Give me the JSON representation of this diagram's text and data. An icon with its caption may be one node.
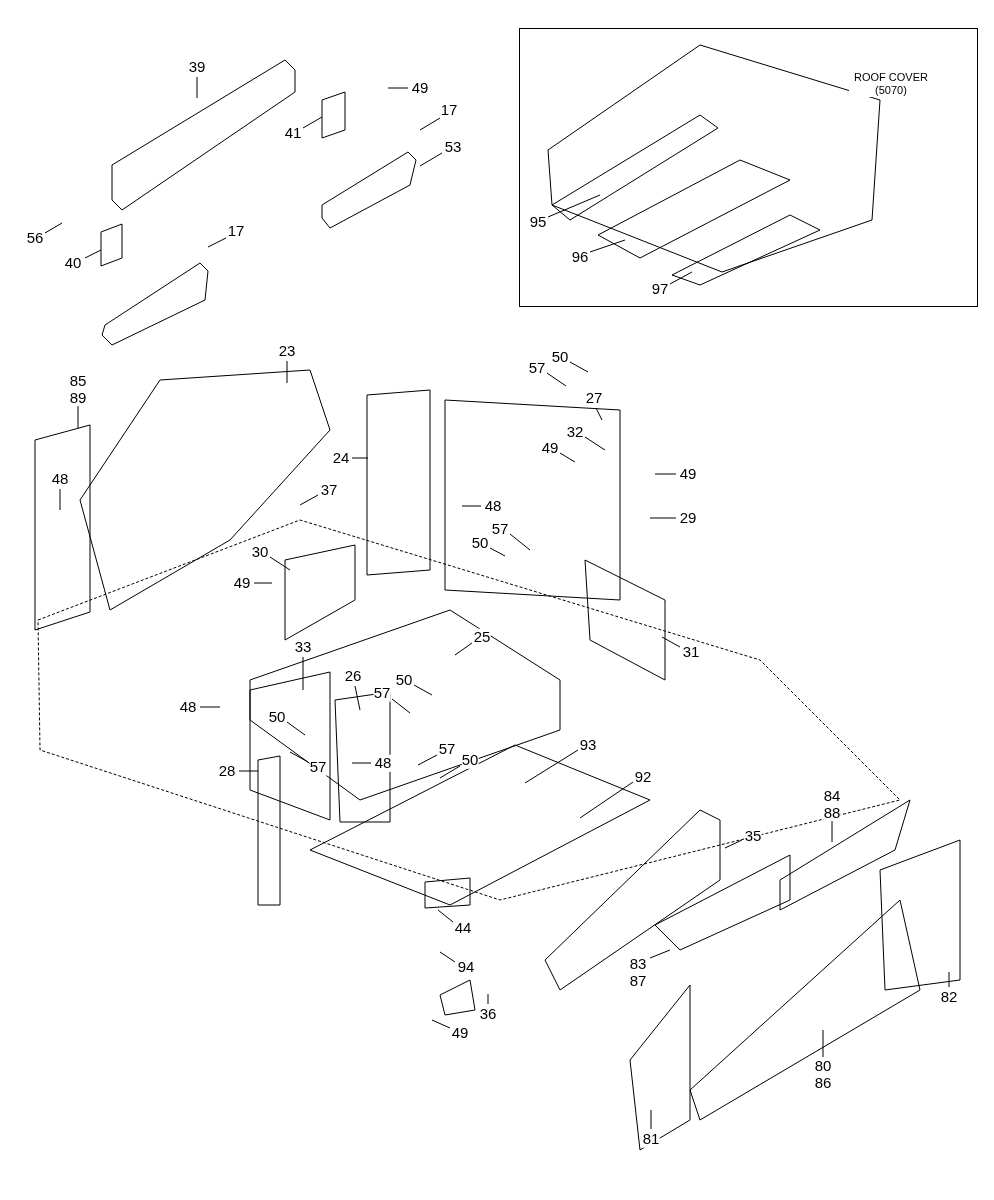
{
  "diagram": {
    "nodes": [
      {
        "text": [
          "ROOF COVER (5070)"
        ]
      },
      {
        "text": [
          "39"
        ]
      },
      {
        "text": [
          "49"
        ]
      },
      {
        "text": [
          "41"
        ]
      },
      {
        "text": [
          "17"
        ]
      },
      {
        "text": [
          "53"
        ]
      },
      {
        "text": [
          "56"
        ]
      },
      {
        "text": [
          "40"
        ]
      },
      {
        "text": [
          "17"
        ]
      },
      {
        "text": [
          "95"
        ],
        "in": 0
      },
      {
        "text": [
          "96"
        ],
        "in": 0
      },
      {
        "text": [
          "97"
        ],
        "in": 0
      },
      {
        "text": [
          "23"
        ]
      },
      {
        "text": [
          "85",
          "89"
        ]
      },
      {
        "text": [
          "50"
        ]
      },
      {
        "text": [
          "57"
        ]
      },
      {
        "text": [
          "27"
        ]
      },
      {
        "text": [
          "24"
        ]
      },
      {
        "text": [
          "32"
        ]
      },
      {
        "text": [
          "49"
        ]
      },
      {
        "text": [
          "49"
        ]
      },
      {
        "text": [
          "48"
        ]
      },
      {
        "text": [
          "37"
        ]
      },
      {
        "text": [
          "48"
        ]
      },
      {
        "text": [
          "29"
        ]
      },
      {
        "text": [
          "57"
        ]
      },
      {
        "text": [
          "50"
        ]
      },
      {
        "text": [
          "30"
        ]
      },
      {
        "text": [
          "49"
        ]
      },
      {
        "text": [
          "25"
        ]
      },
      {
        "text": [
          "33"
        ]
      },
      {
        "text": [
          "31"
        ]
      },
      {
        "text": [
          "26"
        ]
      },
      {
        "text": [
          "50"
        ]
      },
      {
        "text": [
          "57"
        ]
      },
      {
        "text": [
          "48"
        ]
      },
      {
        "text": [
          "50"
        ]
      },
      {
        "text": [
          "93"
        ]
      },
      {
        "text": [
          "57"
        ]
      },
      {
        "text": [
          "50"
        ]
      },
      {
        "text": [
          "48"
        ]
      },
      {
        "text": [
          "57"
        ]
      },
      {
        "text": [
          "28"
        ]
      },
      {
        "text": [
          "92"
        ]
      },
      {
        "text": [
          "84",
          "88"
        ]
      },
      {
        "text": [
          "35"
        ]
      },
      {
        "text": [
          "44"
        ]
      },
      {
        "text": [
          "94"
        ]
      },
      {
        "text": [
          "83",
          "87"
        ]
      },
      {
        "text": [
          "82"
        ]
      },
      {
        "text": [
          "36"
        ]
      },
      {
        "text": [
          "49"
        ]
      },
      {
        "text": [
          "80",
          "86"
        ]
      },
      {
        "text": [
          "81"
        ]
      }
    ],
    "edges": [
      {
        "from": 1,
        "to": null,
        "arrow": "none"
      },
      {
        "from": 2,
        "to": null,
        "arrow": "none"
      },
      {
        "from": 3,
        "to": null,
        "arrow": "none"
      },
      {
        "from": 4,
        "to": null,
        "arrow": "none"
      },
      {
        "from": 5,
        "to": null,
        "arrow": "none"
      },
      {
        "from": 6,
        "to": null,
        "arrow": "none"
      },
      {
        "from": 7,
        "to": null,
        "arrow": "none"
      },
      {
        "from": 8,
        "to": null,
        "arrow": "none"
      },
      {
        "from": 9,
        "to": null,
        "arrow": "none"
      },
      {
        "from": 10,
        "to": null,
        "arrow": "none"
      },
      {
        "from": 11,
        "to": null,
        "arrow": "none"
      },
      {
        "from": 12,
        "to": null,
        "arrow": "none"
      },
      {
        "from": 13,
        "to": null,
        "arrow": "none"
      },
      {
        "from": 14,
        "to": null,
        "arrow": "none"
      },
      {
        "from": 15,
        "to": null,
        "arrow": "none"
      },
      {
        "from": 16,
        "to": null,
        "arrow": "none"
      },
      {
        "from": 17,
        "to": null,
        "arrow": "none"
      },
      {
        "from": 18,
        "to": null,
        "arrow": "none"
      },
      {
        "from": 19,
        "to": null,
        "arrow": "none"
      },
      {
        "from": 20,
        "to": null,
        "arrow": "none"
      },
      {
        "from": 21,
        "to": null,
        "arrow": "none"
      },
      {
        "from": 22,
        "to": null,
        "arrow": "none"
      },
      {
        "from": 23,
        "to": null,
        "arrow": "none"
      },
      {
        "from": 24,
        "to": null,
        "arrow": "none"
      },
      {
        "from": 25,
        "to": null,
        "arrow": "none"
      },
      {
        "from": 26,
        "to": null,
        "arrow": "none"
      },
      {
        "from": 27,
        "to": null,
        "arrow": "none"
      },
      {
        "from": 28,
        "to": null,
        "arrow": "none"
      },
      {
        "from": 29,
        "to": null,
        "arrow": "none"
      },
      {
        "from": 30,
        "to": null,
        "arrow": "none"
      },
      {
        "from": 31,
        "to": null,
        "arrow": "none"
      },
      {
        "from": 32,
        "to": null,
        "arrow": "none"
      },
      {
        "from": 33,
        "to": null,
        "arrow": "none"
      },
      {
        "from": 34,
        "to": null,
        "arrow": "none"
      },
      {
        "from": 35,
        "to": null,
        "arrow": "none"
      },
      {
        "from": 36,
        "to": null,
        "arrow": "none"
      },
      {
        "from": 37,
        "to": null,
        "arrow": "none"
      },
      {
        "from": 38,
        "to": null,
        "arrow": "none"
      },
      {
        "from": 39,
        "to": null,
        "arrow": "none"
      },
      {
        "from": 40,
        "to": null,
        "arrow": "none"
      },
      {
        "from": 41,
        "to": null,
        "arrow": "none"
      },
      {
        "from": 42,
        "to": null,
        "arrow": "none"
      },
      {
        "from": 43,
        "to": null,
        "arrow": "none"
      },
      {
        "from": 44,
        "to": null,
        "arrow": "none"
      },
      {
        "from": 45,
        "to": null,
        "arrow": "none"
      },
      {
        "from": 46,
        "to": null,
        "arrow": "none"
      },
      {
        "from": 47,
        "to": null,
        "arrow": "none"
      },
      {
        "from": 48,
        "to": null,
        "arrow": "none"
      },
      {
        "from": 49,
        "to": null,
        "arrow": "none"
      },
      {
        "from": 50,
        "to": null,
        "arrow": "none"
      },
      {
        "from": 51,
        "to": null,
        "arrow": "none"
      },
      {
        "from": 52,
        "to": null,
        "arrow": "none"
      },
      {
        "from": 53,
        "to": null,
        "arrow": "none"
      }
    ]
  }
}
